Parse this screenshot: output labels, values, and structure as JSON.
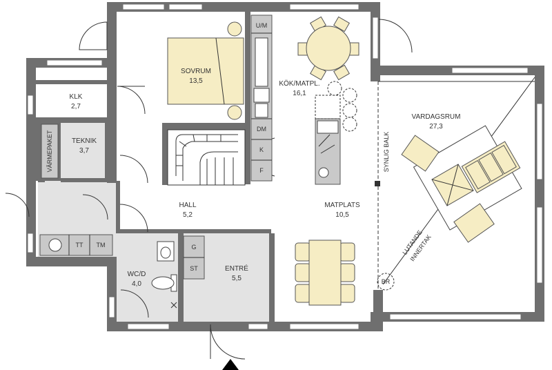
{
  "rooms": {
    "sovrum": {
      "name": "SOVRUM",
      "area": "13,5"
    },
    "kok": {
      "name": "KÖK/MATPL.",
      "area": "16,1"
    },
    "vardagsrum": {
      "name": "VARDAGSRUM",
      "area": "27,3"
    },
    "klk": {
      "name": "KLK",
      "area": "2,7"
    },
    "teknik": {
      "name": "TEKNIK",
      "area": "3,7"
    },
    "hall": {
      "name": "HALL",
      "area": "5,2"
    },
    "matplats": {
      "name": "MATPLATS",
      "area": "10,5"
    },
    "wc": {
      "name": "WC/D",
      "area": "4,0"
    },
    "entre": {
      "name": "ENTRÉ",
      "area": "5,5"
    }
  },
  "fixtures": {
    "um": "U/M",
    "dm": "DM",
    "k": "K",
    "f": "F",
    "g": "G",
    "st": "ST",
    "tt": "TT",
    "tm": "TM",
    "br": "BR",
    "varmepaket": "VÄRMEPAKET"
  },
  "annotations": {
    "synlig_balk": "SYNLIG BALK",
    "lutande_1": "LUTANDE",
    "lutande_2": "INNERTAK"
  },
  "colors": {
    "wall": "#6f6f6f",
    "bedroom_fill": "#f6edc4",
    "furniture": "#f6edc4",
    "wet_area": "#e3e3e3",
    "entrance_marker": "#000000"
  }
}
